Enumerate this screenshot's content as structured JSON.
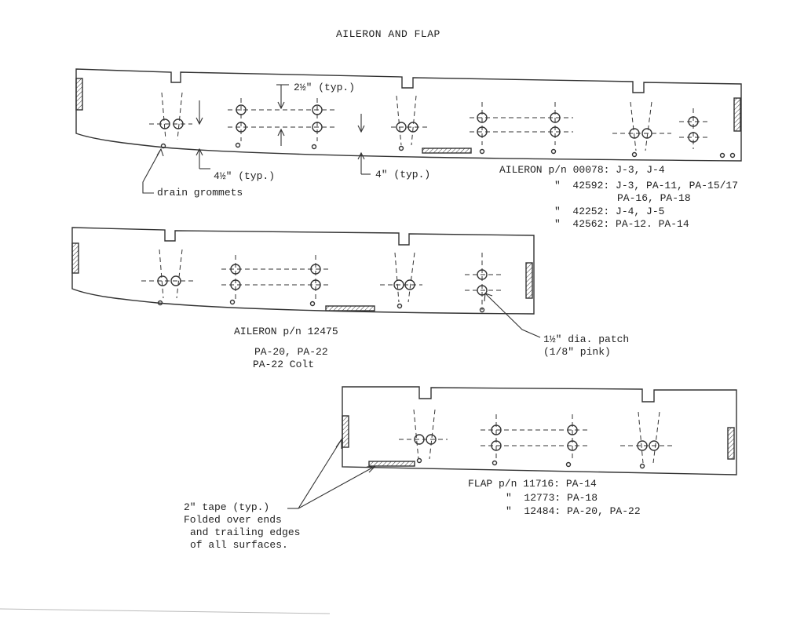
{
  "title": "AILERON AND FLAP",
  "dimensions": {
    "spacing": "2½\" (typ.)",
    "edge_offset": "4½\" (typ.)",
    "trailing_offset": "4\" (typ.)",
    "drain": "drain grommets"
  },
  "aileron_a": {
    "lines": [
      "AILERON p/n 00078: J-3, J-4",
      "\"  42592: J-3, PA-11, PA-15/17",
      "PA-16, PA-18",
      "\"  42252: J-4, J-5",
      "\"  42562: PA-12. PA-14"
    ]
  },
  "aileron_b": {
    "lines": [
      "AILERON p/n 12475",
      "PA-20, PA-22",
      "PA-22 Colt"
    ],
    "patch_lines": [
      "1½\" dia. patch",
      "(1/8\" pink)"
    ]
  },
  "flap": {
    "lines": [
      "FLAP p/n 11716: PA-14",
      "\"  12773: PA-18",
      "\"  12484: PA-20, PA-22"
    ]
  },
  "tape_note": {
    "lines": [
      "2\" tape (typ.)",
      "Folded over ends",
      "and trailing edges",
      "of all surfaces."
    ]
  }
}
